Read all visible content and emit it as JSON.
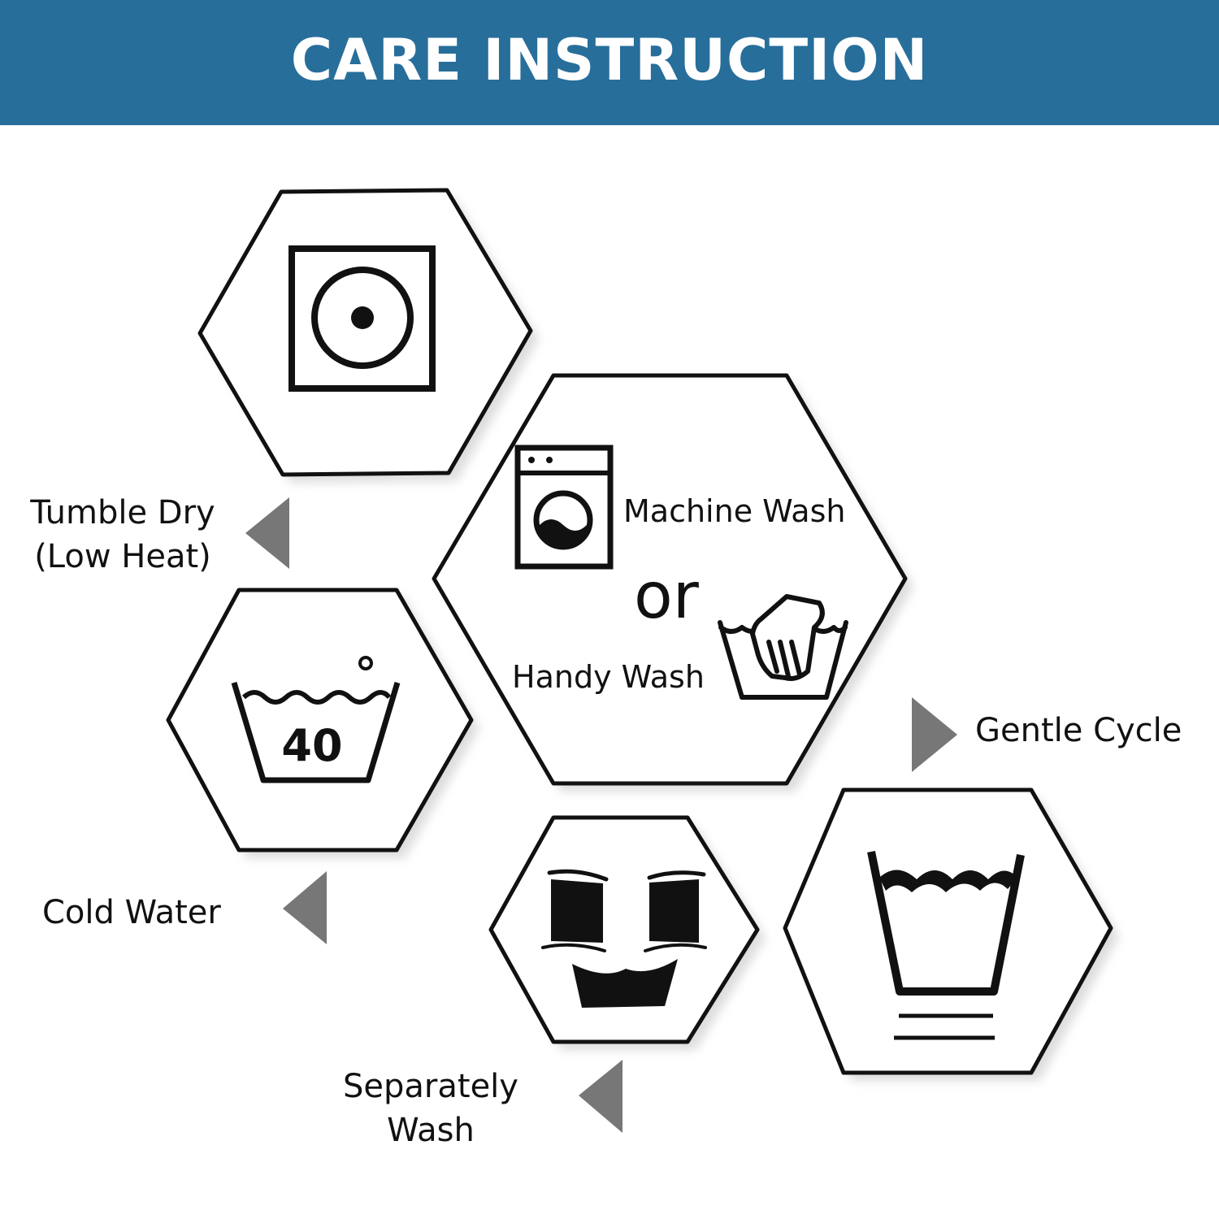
{
  "header": {
    "title": "CARE INSTRUCTION",
    "background": "#276e9b",
    "text_color": "#ffffff"
  },
  "items": [
    {
      "id": "tumble-dry",
      "lines": [
        "Tumble Dry",
        "(Low Heat)"
      ],
      "icon": "tumble-dry-icon"
    },
    {
      "id": "cold-water",
      "label": "Cold Water",
      "icon": "wash-tub-40-icon",
      "temperature": "40"
    },
    {
      "id": "separately-wash",
      "lines": [
        "Separately",
        "Wash"
      ],
      "icon": "separate-wash-icon"
    },
    {
      "id": "gentle-cycle",
      "label": "Gentle Cycle",
      "icon": "gentle-cycle-tub-icon"
    }
  ],
  "wash_choice": {
    "machine_wash": "Machine Wash",
    "or": "or",
    "handy_wash": "Handy Wash",
    "machine_icon": "washing-machine-icon",
    "hand_icon": "hand-wash-icon"
  },
  "colors": {
    "stroke": "#111111",
    "arrow": "#777777",
    "shadow": "#d9d9d9"
  }
}
